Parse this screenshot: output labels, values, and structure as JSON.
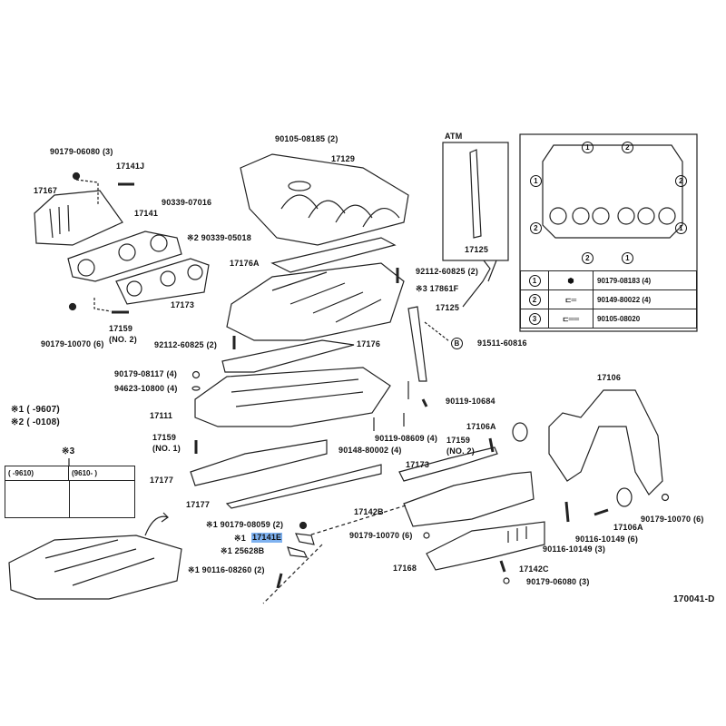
{
  "diagram_id": "170041-D",
  "notes": {
    "n1": "※1 (      -9607)",
    "n2": "※2 (      -0108)",
    "n3": "※3",
    "n3_col1": "(      -9610)",
    "n3_col2": "(9610-      )"
  },
  "atm": {
    "title": "ATM",
    "part": "17125"
  },
  "bolt_table": {
    "rows": [
      {
        "ref": "1",
        "part": "90179-08183 (4)"
      },
      {
        "ref": "2",
        "part": "90149-80022 (4)"
      },
      {
        "ref": "3",
        "part": "90105-08020"
      }
    ],
    "callouts": [
      "1",
      "2",
      "2",
      "1",
      "1",
      "2",
      "2",
      "1"
    ]
  },
  "labels": [
    {
      "id": "l1",
      "text": "90179-06080 (3)"
    },
    {
      "id": "l2",
      "text": "17141J"
    },
    {
      "id": "l3",
      "text": "17167"
    },
    {
      "id": "l4",
      "text": "17141"
    },
    {
      "id": "l5",
      "text": "17173"
    },
    {
      "id": "l6",
      "text": "17159"
    },
    {
      "id": "l7",
      "text": "(NO. 2)"
    },
    {
      "id": "l8",
      "text": "90179-10070 (6)"
    },
    {
      "id": "l9",
      "text": "90105-08185 (2)"
    },
    {
      "id": "l10",
      "text": "17129"
    },
    {
      "id": "l11",
      "text": "90339-07016"
    },
    {
      "id": "l12",
      "text": "※2 90339-05018"
    },
    {
      "id": "l13",
      "text": "17176A"
    },
    {
      "id": "l14",
      "text": "92112-60825 (2)"
    },
    {
      "id": "l15",
      "text": "※3 17861F"
    },
    {
      "id": "l16",
      "text": "17125"
    },
    {
      "id": "l17",
      "text": "92112-60825 (2)"
    },
    {
      "id": "l18",
      "text": "17176"
    },
    {
      "id": "l19",
      "text": "B"
    },
    {
      "id": "l20",
      "text": "91511-60816"
    },
    {
      "id": "l21",
      "text": "90179-08117 (4)"
    },
    {
      "id": "l22",
      "text": "94623-10800 (4)"
    },
    {
      "id": "l23",
      "text": "17111"
    },
    {
      "id": "l24",
      "text": "90119-10684"
    },
    {
      "id": "l25",
      "text": "17106"
    },
    {
      "id": "l26",
      "text": "17106A"
    },
    {
      "id": "l27",
      "text": "17159"
    },
    {
      "id": "l28",
      "text": "(NO. 1)"
    },
    {
      "id": "l29",
      "text": "90119-08609 (4)"
    },
    {
      "id": "l30",
      "text": "90148-80002 (4)"
    },
    {
      "id": "l31",
      "text": "17159"
    },
    {
      "id": "l32",
      "text": "(NO. 2)"
    },
    {
      "id": "l33",
      "text": "17173"
    },
    {
      "id": "l34",
      "text": "17177"
    },
    {
      "id": "l35",
      "text": "17177"
    },
    {
      "id": "l36",
      "text": "17142B"
    },
    {
      "id": "l37",
      "text": "※1 90179-08059 (2)"
    },
    {
      "id": "l38",
      "text": "90179-10070 (6)"
    },
    {
      "id": "l39",
      "text": "※1"
    },
    {
      "id": "l40",
      "text": "17141E"
    },
    {
      "id": "l41",
      "text": "※1 25628B"
    },
    {
      "id": "l42",
      "text": "90116-10149 (6)"
    },
    {
      "id": "l43",
      "text": "17106A"
    },
    {
      "id": "l44",
      "text": "90179-10070 (6)"
    },
    {
      "id": "l45",
      "text": "90116-10149 (3)"
    },
    {
      "id": "l46",
      "text": "17168"
    },
    {
      "id": "l47",
      "text": "※1 90116-08260 (2)"
    },
    {
      "id": "l48",
      "text": "17142C"
    },
    {
      "id": "l49",
      "text": "90179-06080 (3)"
    }
  ],
  "colors": {
    "highlight": "#7fb2f0",
    "ink": "#111111"
  }
}
